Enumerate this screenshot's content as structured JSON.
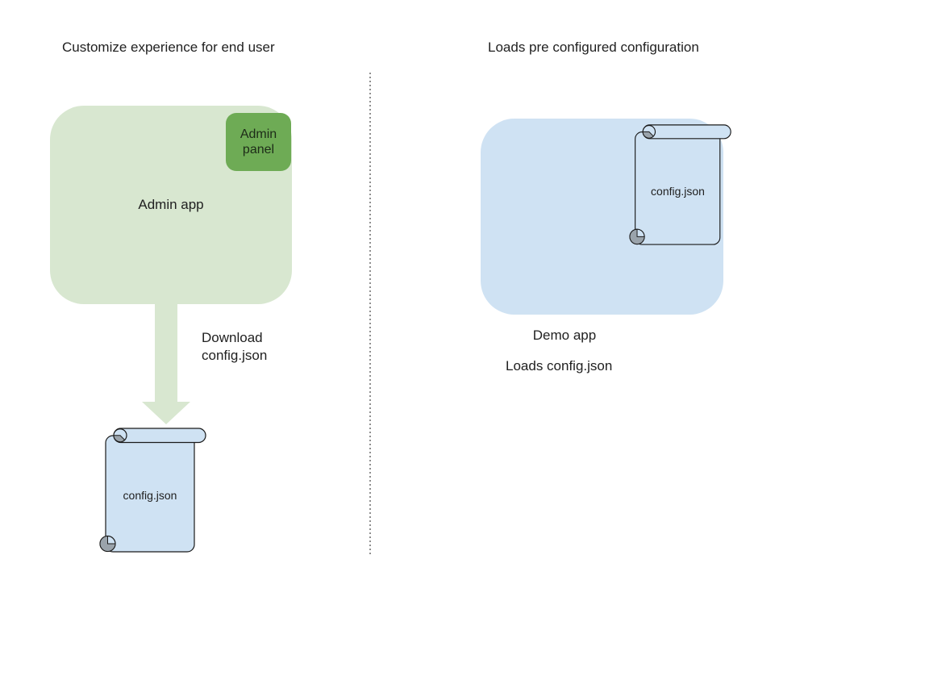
{
  "diagram": {
    "left": {
      "title": "Customize experience for end user",
      "app_box": "Admin app",
      "panel_badge": "Admin panel",
      "arrow_caption": "Download\nconfig.json",
      "file_label": "config.json"
    },
    "right": {
      "title": "Loads pre configured configuration",
      "app_box": "Demo app",
      "file_label": "config.json",
      "caption": "Loads config.json"
    },
    "colors": {
      "admin_app_fill": "#d8e7d0",
      "admin_panel_fill": "#6eab55",
      "arrow_fill": "#d8e7d0",
      "demo_app_fill": "#cfe2f3",
      "file_fill": "#cfe2f3",
      "curl_shade": "#9aa3ab",
      "outline": "#1a1a1a",
      "divider": "#8f8f8f",
      "text": "#212121"
    }
  }
}
